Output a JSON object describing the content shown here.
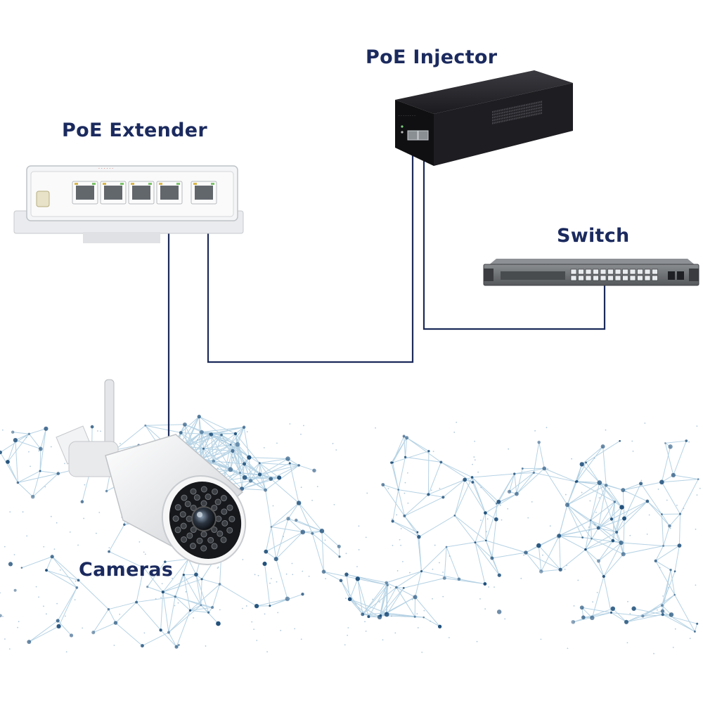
{
  "colors": {
    "label": "#1b2a5e",
    "cable": "#1c2a5a",
    "mesh_line": "#a9cbe0",
    "mesh_dot": "#1f4f7a",
    "injector_body": "#1a1a1e",
    "switch_body": "#6f7275"
  },
  "labels": {
    "poe_injector": "PoE Injector",
    "poe_extender": "PoE Extender",
    "switch": "Switch",
    "cameras": "Cameras"
  },
  "devices": {
    "injector_port_count": 2,
    "extender_port_count": 5,
    "switch_port_count": 24
  },
  "connections": [
    {
      "from": "switch",
      "to": "poe_injector"
    },
    {
      "from": "poe_injector",
      "to": "poe_extender"
    },
    {
      "from": "poe_extender",
      "to": "cameras"
    }
  ]
}
